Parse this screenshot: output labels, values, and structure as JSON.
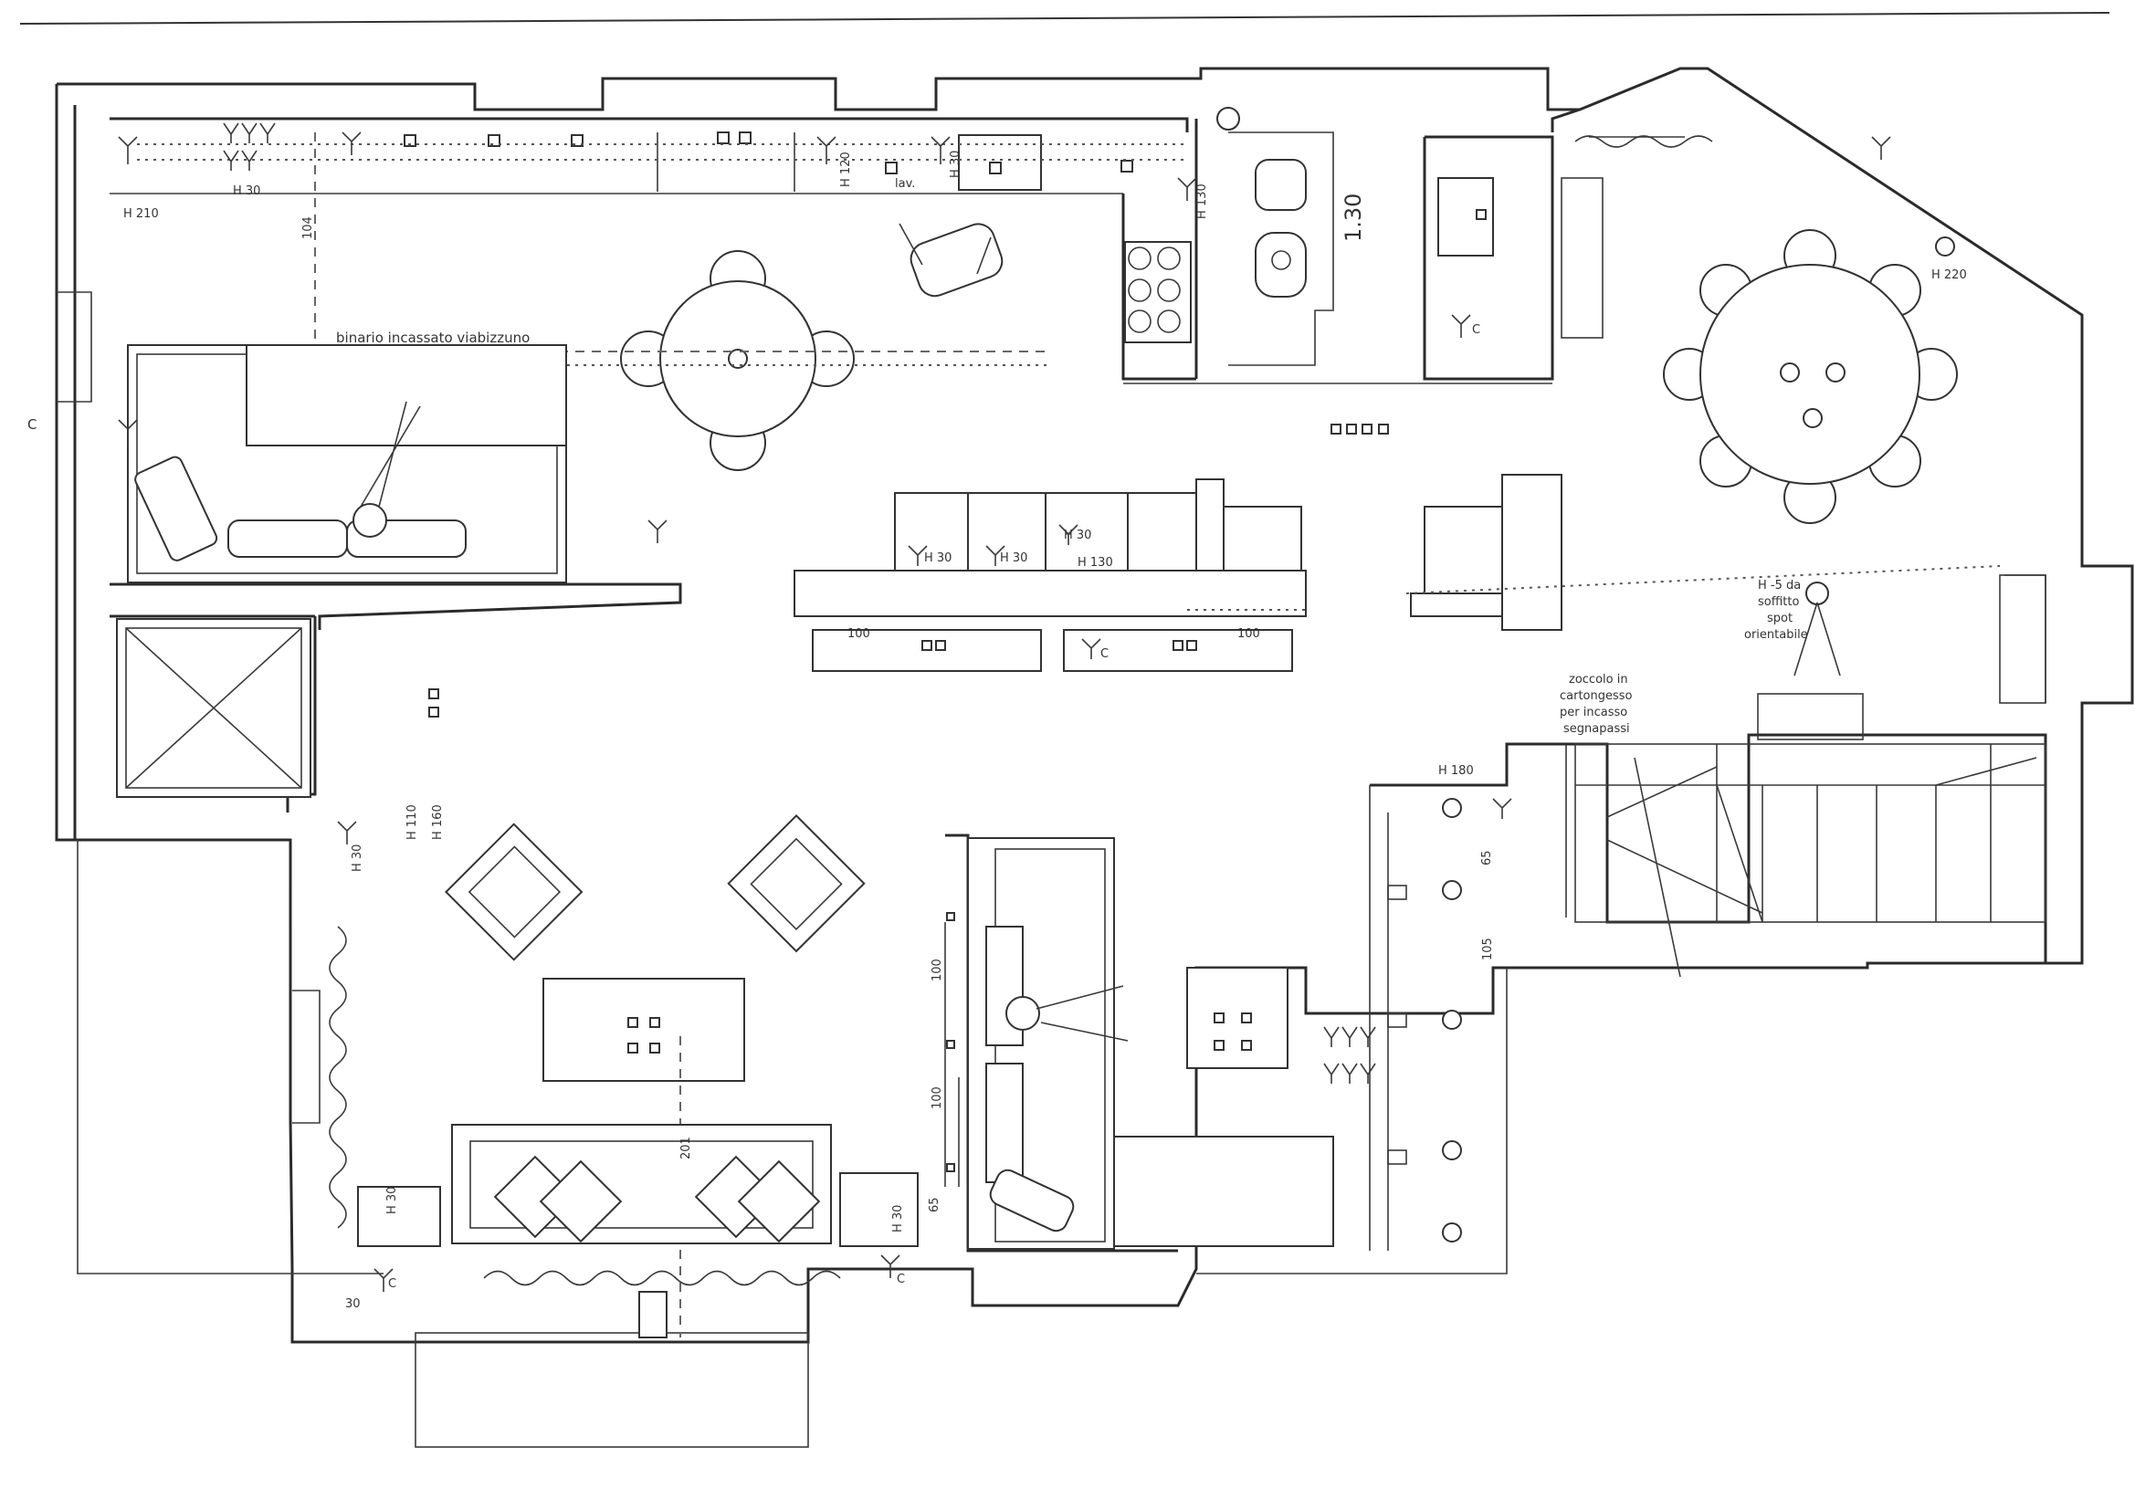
{
  "labels": {
    "track": "binario incassato viabizzuno",
    "lav": "lav.",
    "dim_130": "1.30",
    "h30": "H 30",
    "h130": "H 130",
    "h120": "H 120",
    "h110": "H 110",
    "h160": "H 160",
    "h180": "H 180",
    "h210": "H 210",
    "h220": "H 220",
    "n104": "104",
    "n100": "100",
    "n65": "65",
    "n30": "30",
    "n201": "201",
    "n105": "105",
    "spot_note": [
      "H -5 da",
      "soffitto",
      "spot",
      "orientabile"
    ],
    "zoccolo_note": [
      "zoccolo in",
      "cartongesso",
      "per incasso",
      "segnapassi"
    ],
    "c": "C",
    "margin_mark": "C"
  }
}
